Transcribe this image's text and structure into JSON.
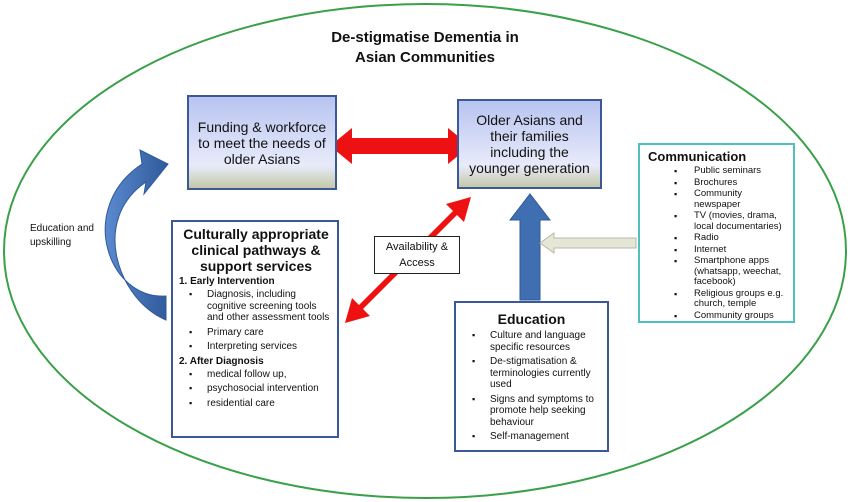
{
  "title_line1": "De-stigmatise Dementia in",
  "title_line2": "Asian Communities",
  "funding_box": {
    "text": "Funding & workforce to meet the needs of older Asians"
  },
  "older_box": {
    "text": "Older Asians and their families including the younger generation"
  },
  "education_label_line1": "Education and",
  "education_label_line2": "upskilling",
  "availability": {
    "line1": "Availability &",
    "line2": "Access"
  },
  "clinical": {
    "title": "Culturally appropriate clinical pathways & support services",
    "section1": "1. Early Intervention",
    "items1": [
      "Diagnosis, including cognitive screening tools and other assessment tools",
      "Primary care",
      "Interpreting services"
    ],
    "section2": "2. After Diagnosis",
    "items2": [
      "medical follow up,",
      "psychosocial intervention",
      "residential care"
    ]
  },
  "education": {
    "title": "Education",
    "items": [
      "Culture and language specific resources",
      "De-stigmatisation & terminologies currently used",
      "Signs and symptoms to promote help seeking behaviour",
      "Self-management"
    ]
  },
  "communication": {
    "title": "Communication",
    "items": [
      "Public seminars",
      "Brochures",
      "Community newspaper",
      "TV (movies, drama, local documentaries)",
      "Radio",
      "Internet",
      "Smartphone apps (whatsapp, weechat, facebook)",
      "Religious groups e.g. church, temple",
      "Community groups"
    ]
  },
  "colors": {
    "ellipse": "#3aa04a",
    "red_arrow": "#ee1111",
    "blue_arrow": "#3f6fb0",
    "box_border": "#3b5998",
    "comm_border": "#4fbfbf",
    "grey_arrow": "#d8d8c8"
  }
}
